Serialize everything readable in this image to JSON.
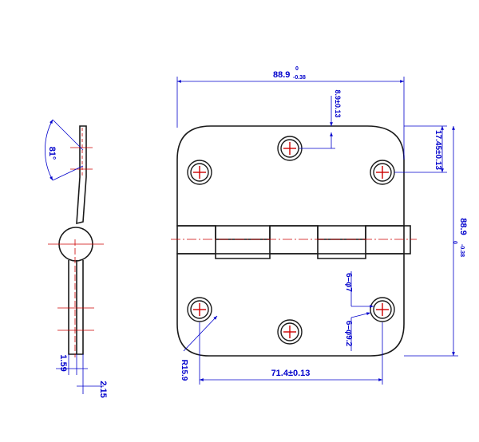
{
  "colors": {
    "outline": "#1a1a1a",
    "dimension": "#0000cc",
    "centerline": "#cc0000",
    "background": "#ffffff"
  },
  "dimensions": {
    "overall_width": {
      "value": "88.9",
      "tol_upper": "0",
      "tol_lower": "-0.38"
    },
    "overall_height": {
      "value": "88.9",
      "tol_upper": "0",
      "tol_lower": "-0.38"
    },
    "top_hole_offset": "8.9±0.13",
    "side_hole_offset": "17.45±0.13",
    "hole_spacing": "71.4±0.13",
    "corner_radius": "R15.9",
    "hole_small": "6–φ7",
    "hole_large": "6–φ9.2",
    "open_angle": "81°",
    "leaf_thickness": "1.59",
    "knuckle_offset": "2.15"
  }
}
